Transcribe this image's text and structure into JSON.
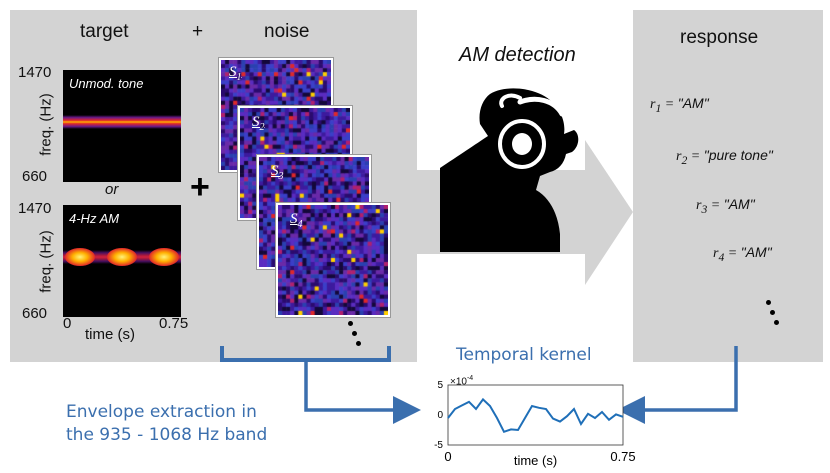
{
  "headers": {
    "target": "target",
    "plus": "+",
    "noise": "noise",
    "response": "response"
  },
  "am_detection": "AM detection",
  "target_panel": {
    "spec1_label": "Unmod. tone",
    "spec2_label": "4-Hz AM",
    "or": "or",
    "freq_top_1": "1470",
    "freq_bot_1": "660",
    "freq_top_2": "1470",
    "freq_bot_2": "660",
    "ylabel": "freq. (Hz)",
    "xlabel": "time (s)",
    "x_start": "0",
    "x_end": "0.75",
    "big_plus": "+"
  },
  "noise_labels": [
    {
      "base": "S",
      "sub": "1"
    },
    {
      "base": "S",
      "sub": "2"
    },
    {
      "base": "S",
      "sub": "3"
    },
    {
      "base": "S",
      "sub": "4"
    }
  ],
  "responses": [
    {
      "r": "r",
      "sub": "1",
      "eq": " = ",
      "value": "\"AM\""
    },
    {
      "r": "r",
      "sub": "2",
      "eq": " = ",
      "value": "\"pure tone\""
    },
    {
      "r": "r",
      "sub": "3",
      "eq": " = ",
      "value": "\"AM\""
    },
    {
      "r": "r",
      "sub": "4",
      "eq": " = ",
      "value": "\"AM\""
    }
  ],
  "kernel": {
    "title": "Temporal kernel",
    "exponent_label": "×10",
    "exponent_power": "-4",
    "yticks": [
      "5",
      "0",
      "-5"
    ],
    "xticks": [
      "0",
      "0.75"
    ],
    "xlabel": "time (s)"
  },
  "envelope_text": [
    "Envelope extraction in",
    "the 935 - 1068 Hz band"
  ],
  "colors": {
    "panel": "#d3d3d3",
    "arrow": "#3b6fae",
    "kernel_line": "#1f6fb8"
  },
  "chart_data": {
    "type": "line",
    "xlabel": "time (s)",
    "xlim": [
      0,
      0.75
    ],
    "ylim": [
      -5,
      5
    ],
    "y_scale_label": "×10^-4",
    "series": [
      {
        "x": [
          0,
          0.03,
          0.06,
          0.09,
          0.12,
          0.15,
          0.18,
          0.21,
          0.24,
          0.27,
          0.3,
          0.33,
          0.36,
          0.39,
          0.42,
          0.45,
          0.48,
          0.51,
          0.54,
          0.57,
          0.6,
          0.63,
          0.66,
          0.69,
          0.72,
          0.75
        ],
        "values": [
          -0.5,
          1.0,
          1.6,
          2.2,
          1.0,
          2.6,
          1.5,
          -0.5,
          -2.8,
          -2.4,
          -2.5,
          -0.5,
          1.5,
          1.2,
          1.0,
          -0.6,
          -1.1,
          -0.2,
          1.0,
          -1.5,
          0.2,
          -0.5,
          0.5,
          -0.8,
          0.1,
          -0.3
        ]
      }
    ]
  }
}
